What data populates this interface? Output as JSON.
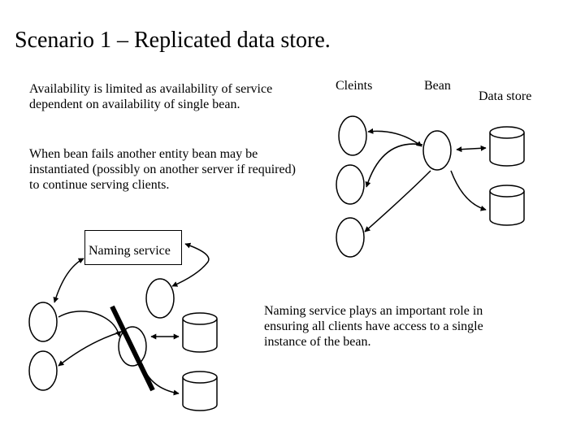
{
  "title": "Scenario 1 – Replicated data store.",
  "paragraphs": {
    "availability": "Availability is limited as availability of service dependent on availability of single bean.",
    "failover": "When bean fails another entity bean may be instantiated (possibly on another server if required) to continue serving clients.",
    "naming_role": "Naming service plays an important role in ensuring all clients have access to a single instance of the bean."
  },
  "top_diagram": {
    "clients_label": "Cleints",
    "bean_label": "Bean",
    "data_store_label": "Data store"
  },
  "bottom_diagram": {
    "naming_service_label": "Naming service"
  },
  "colors": {
    "stroke": "#000000",
    "background": "#ffffff"
  }
}
